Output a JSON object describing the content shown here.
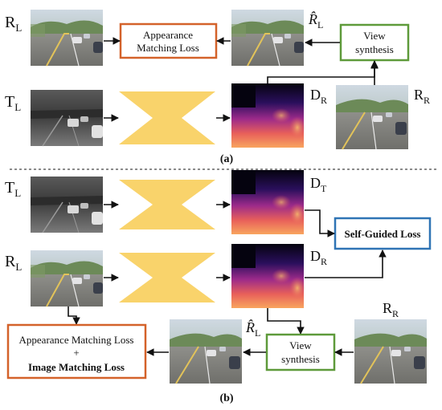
{
  "labels": {
    "r_l": "R",
    "r_l_sub": "L",
    "r_hat_l": "R̂",
    "r_hat_l_sub": "L",
    "t_l": "T",
    "t_l_sub": "L",
    "d_r": "D",
    "d_r_sub": "R",
    "r_r": "R",
    "r_r_sub": "R",
    "d_t": "D",
    "d_t_sub": "T"
  },
  "panel_a": {
    "caption": "(a)",
    "appearance_box": [
      "Appearance",
      "Matching Loss"
    ],
    "view_synthesis_box": [
      "View",
      "synthesis"
    ]
  },
  "panel_b": {
    "caption": "(b)",
    "self_guided_box": "Self-Guided Loss",
    "loss_box_line1": "Appearance Matching Loss",
    "loss_box_plus": "+",
    "loss_box_line3": "Image Matching Loss",
    "view_synthesis_box": [
      "View",
      "synthesis"
    ]
  },
  "colors": {
    "orange_border": "#d4622a",
    "green_border": "#5e9a3a",
    "blue_border": "#2f74b5",
    "encoder_yellow": "#f9d36b",
    "separator": "#8a8a8a"
  }
}
